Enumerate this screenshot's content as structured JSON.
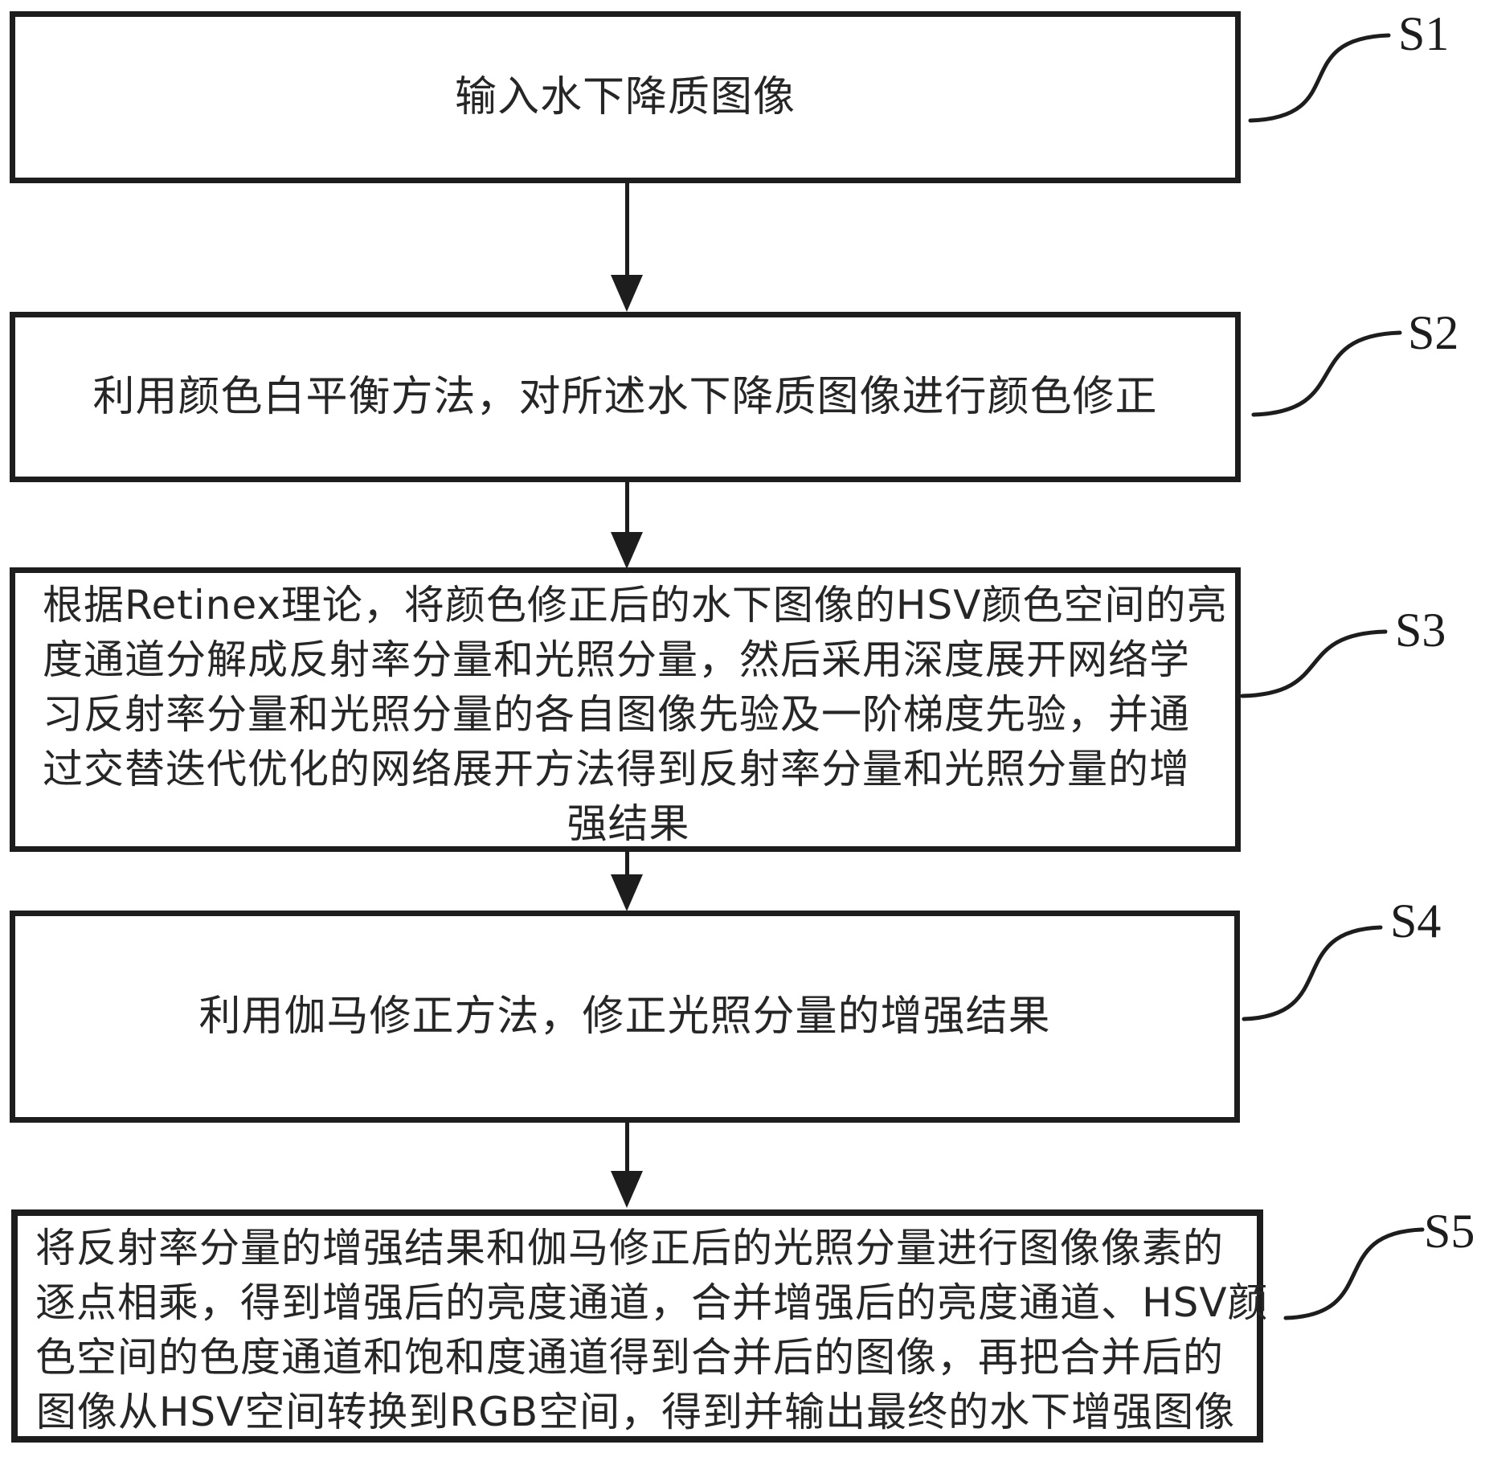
{
  "figure_type": "flowchart",
  "colors": {
    "line": "#1d1d1d",
    "text": "#262626",
    "background": "#ffffff"
  },
  "steps": [
    {
      "label": "S1",
      "text": "输入水下降质图像",
      "lines": [
        "输入水下降质图像"
      ]
    },
    {
      "label": "S2",
      "text": "利用颜色白平衡方法，对所述水下降质图像进行颜色修正",
      "lines": [
        "利用颜色白平衡方法，对所述水下降质图像进行颜色修正"
      ]
    },
    {
      "label": "S3",
      "text": "根据Retinex理论，将颜色修正后的水下图像的HSV颜色空间的亮度通道分解成反射率分量和光照分量，然后采用深度展开网络学习反射率分量和光照分量的各自图像先验及一阶梯度先验，并通过交替迭代优化的网络展开方法得到反射率分量和光照分量的增强结果",
      "lines": [
        "根据Retinex理论，将颜色修正后的水下图像的HSV颜色空间的亮",
        "度通道分解成反射率分量和光照分量，然后采用深度展开网络学",
        "习反射率分量和光照分量的各自图像先验及一阶梯度先验，并通",
        "过交替迭代优化的网络展开方法得到反射率分量和光照分量的增",
        "强结果"
      ]
    },
    {
      "label": "S4",
      "text": "利用伽马修正方法，修正光照分量的增强结果",
      "lines": [
        "利用伽马修正方法，修正光照分量的增强结果"
      ]
    },
    {
      "label": "S5",
      "text": "将反射率分量的增强结果和伽马修正后的光照分量进行图像像素的逐点相乘，得到增强后的亮度通道，合并增强后的亮度通道、HSV颜色空间的色度通道和饱和度通道得到合并后的图像，再把合并后的图像从HSV空间转换到RGB空间，得到并输出最终的水下增强图像",
      "lines": [
        "将反射率分量的增强结果和伽马修正后的光照分量进行图像像素的",
        "逐点相乘，得到增强后的亮度通道，合并增强后的亮度通道、HSV颜",
        "色空间的色度通道和饱和度通道得到合并后的图像，再把合并后的",
        "图像从HSV空间转换到RGB空间，得到并输出最终的水下增强图像"
      ]
    }
  ]
}
